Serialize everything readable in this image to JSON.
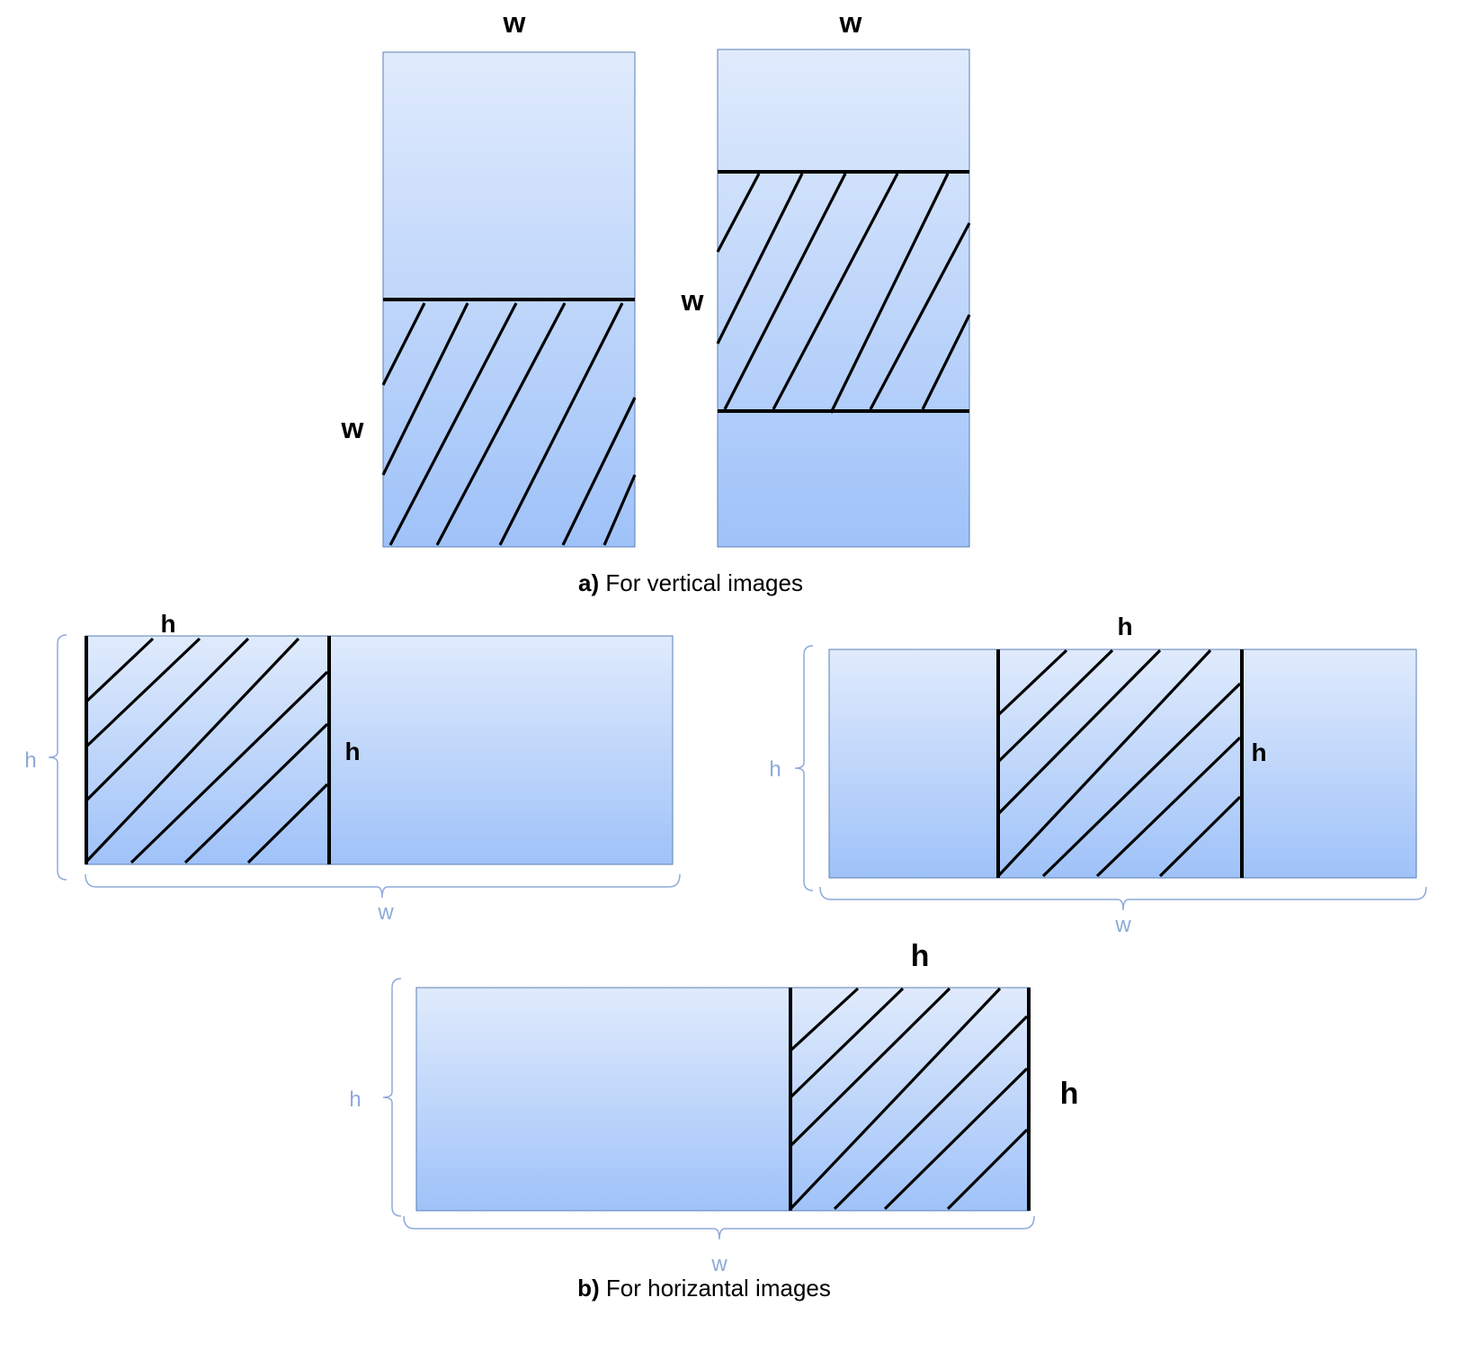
{
  "colors": {
    "gradient_top": "#e0ebfc",
    "gradient_bottom": "#9fc2f9",
    "dimension_light": "#8eaadb",
    "line": "#000000"
  },
  "section_a": {
    "caption_bold": "a)",
    "caption_text": " For vertical images",
    "panel1": {
      "top_label": "w",
      "side_label": "w"
    },
    "panel2": {
      "top_label": "w",
      "side_label": "w"
    }
  },
  "section_b": {
    "caption_bold": "b)",
    "caption_text": " For horizantal images",
    "panel1": {
      "top_label": "h",
      "side_label": "h",
      "height_label": "h",
      "width_label": "w"
    },
    "panel2": {
      "top_label": "h",
      "side_label": "h",
      "height_label": "h",
      "width_label": "w"
    },
    "panel3": {
      "top_label": "h",
      "side_label": "h",
      "height_label": "h",
      "width_label": "w"
    }
  }
}
